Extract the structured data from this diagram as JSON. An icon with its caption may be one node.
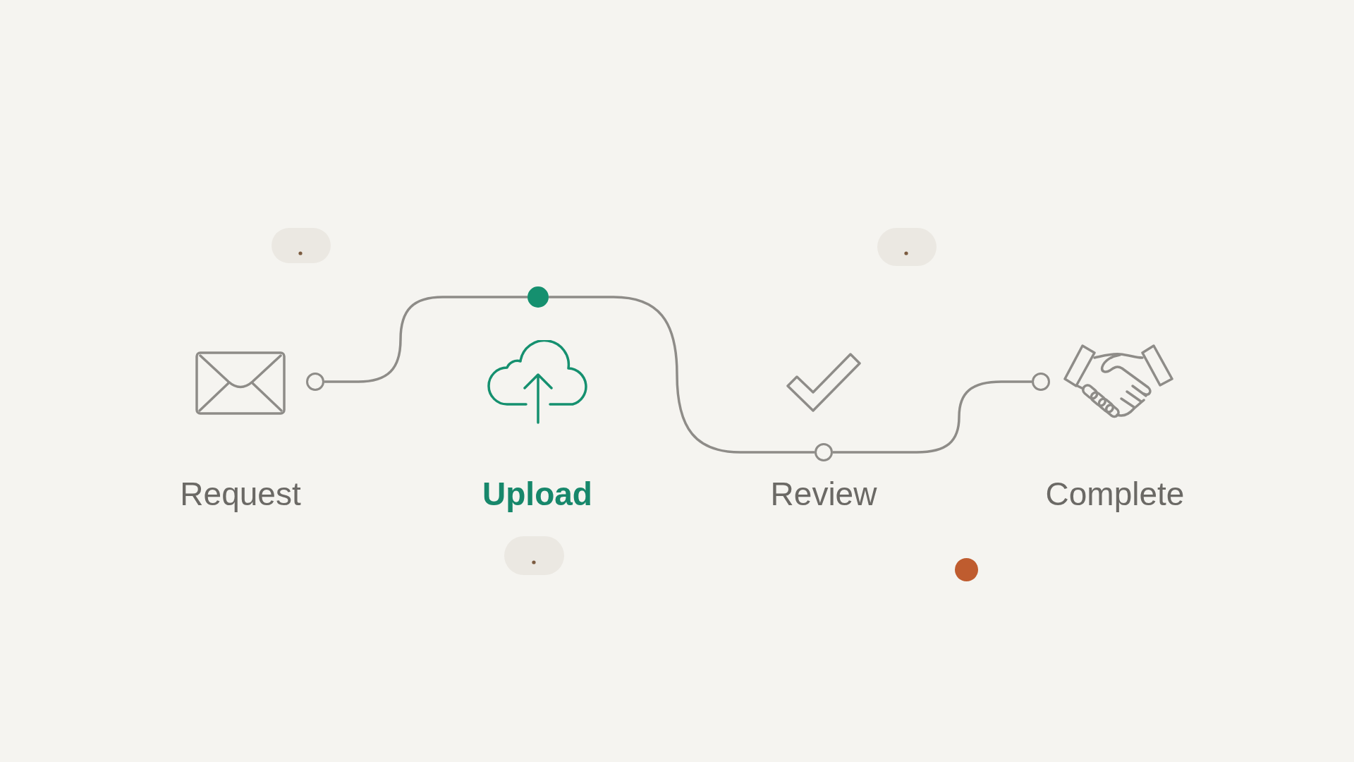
{
  "diagram": {
    "nodes": [
      {
        "text": [
          "Request"
        ]
      },
      {
        "text": [
          "Upload"
        ]
      },
      {
        "text": [
          "Review"
        ]
      },
      {
        "text": [
          "Complete"
        ]
      },
      {
        "text": [],
        "shape": "circle"
      },
      {
        "text": [],
        "shape": "circle"
      },
      {
        "text": [],
        "shape": "circle"
      },
      {
        "text": [],
        "shape": "circle"
      }
    ],
    "edges": [
      {
        "from": 4,
        "to": 5,
        "arrow": "none"
      },
      {
        "from": 5,
        "to": 6,
        "arrow": "none"
      },
      {
        "from": 6,
        "to": 7,
        "arrow": "none"
      }
    ]
  }
}
